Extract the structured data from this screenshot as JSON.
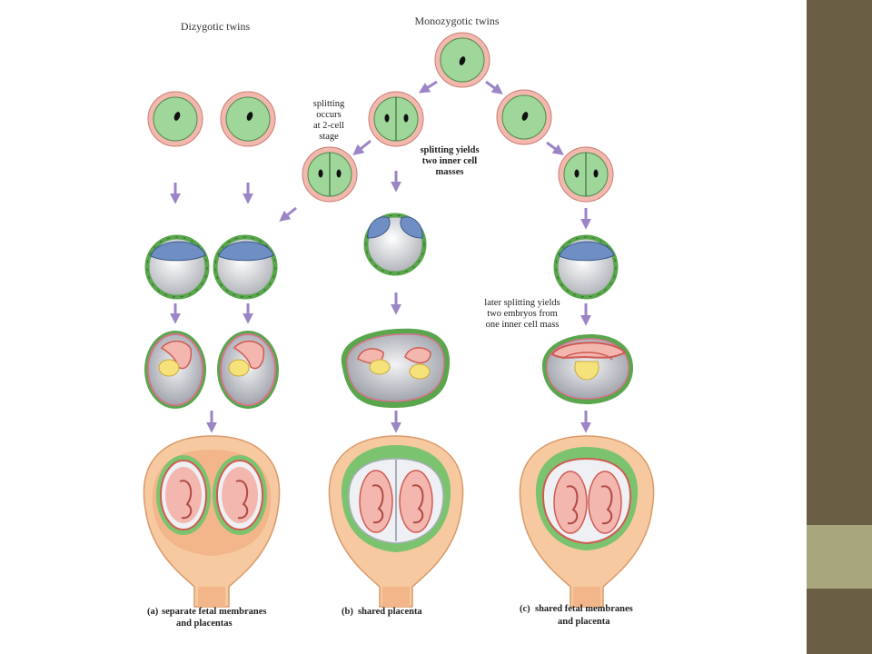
{
  "titles": {
    "dizygotic": "Dizygotic twins",
    "monozygotic": "Monozygotic twins"
  },
  "annotations": {
    "split_2cell": [
      "splitting",
      "occurs",
      "at 2-cell",
      "stage"
    ],
    "split_icm": [
      "splitting yields",
      "two inner cell",
      "masses"
    ],
    "split_later": [
      "later splitting yields",
      "two embryos from",
      "one inner cell mass"
    ]
  },
  "captions": {
    "a": {
      "letter": "(a)",
      "lines": [
        "separate fetal membranes",
        "and placentas"
      ]
    },
    "b": {
      "letter": "(b)",
      "lines": [
        "shared placenta"
      ]
    },
    "c": {
      "letter": "(c)",
      "lines": [
        "shared fetal membranes",
        "and placenta"
      ]
    }
  },
  "colors": {
    "zona": "#f2b8ae",
    "cytoplasm": "#9fd69a",
    "arrow": "#9b85c6",
    "trophoblast": "#7cc36f",
    "icm": "#6f8fc4",
    "yolk": "#f6e27a",
    "uterus": "#f7c9a0",
    "amnion": "#e07a70",
    "sidebar_dark": "#6a5e45",
    "sidebar_light": "#a8a67c"
  }
}
